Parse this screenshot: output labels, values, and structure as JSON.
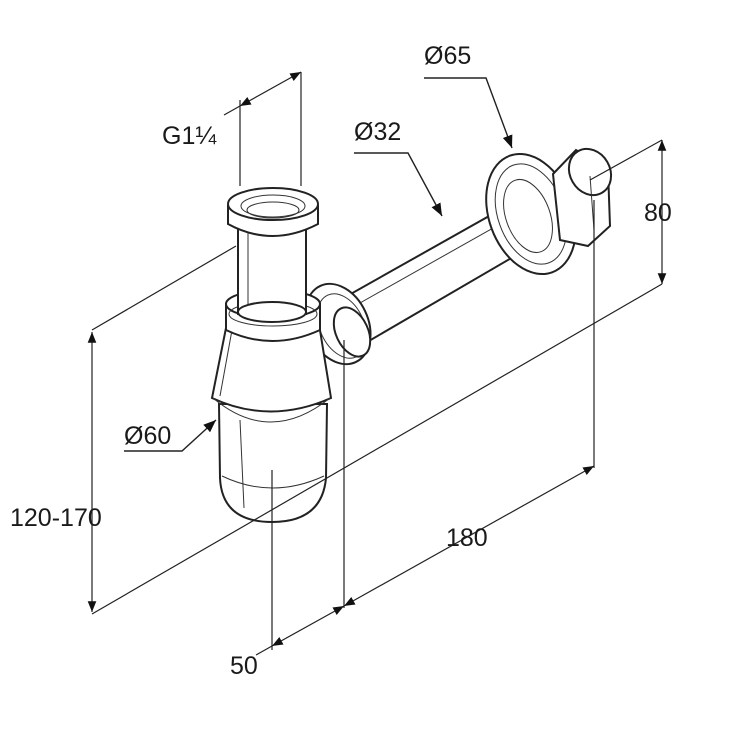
{
  "dimensions": {
    "thread": "G1¼",
    "pipe_diameter": "Ø32",
    "rosette_diameter": "Ø65",
    "bottle_diameter": "Ø60",
    "height_range": "120-170",
    "wall_offset": "80",
    "depth": "180",
    "trap_offset": "50"
  },
  "colors": {
    "line": "#222222",
    "background": "#ffffff"
  }
}
